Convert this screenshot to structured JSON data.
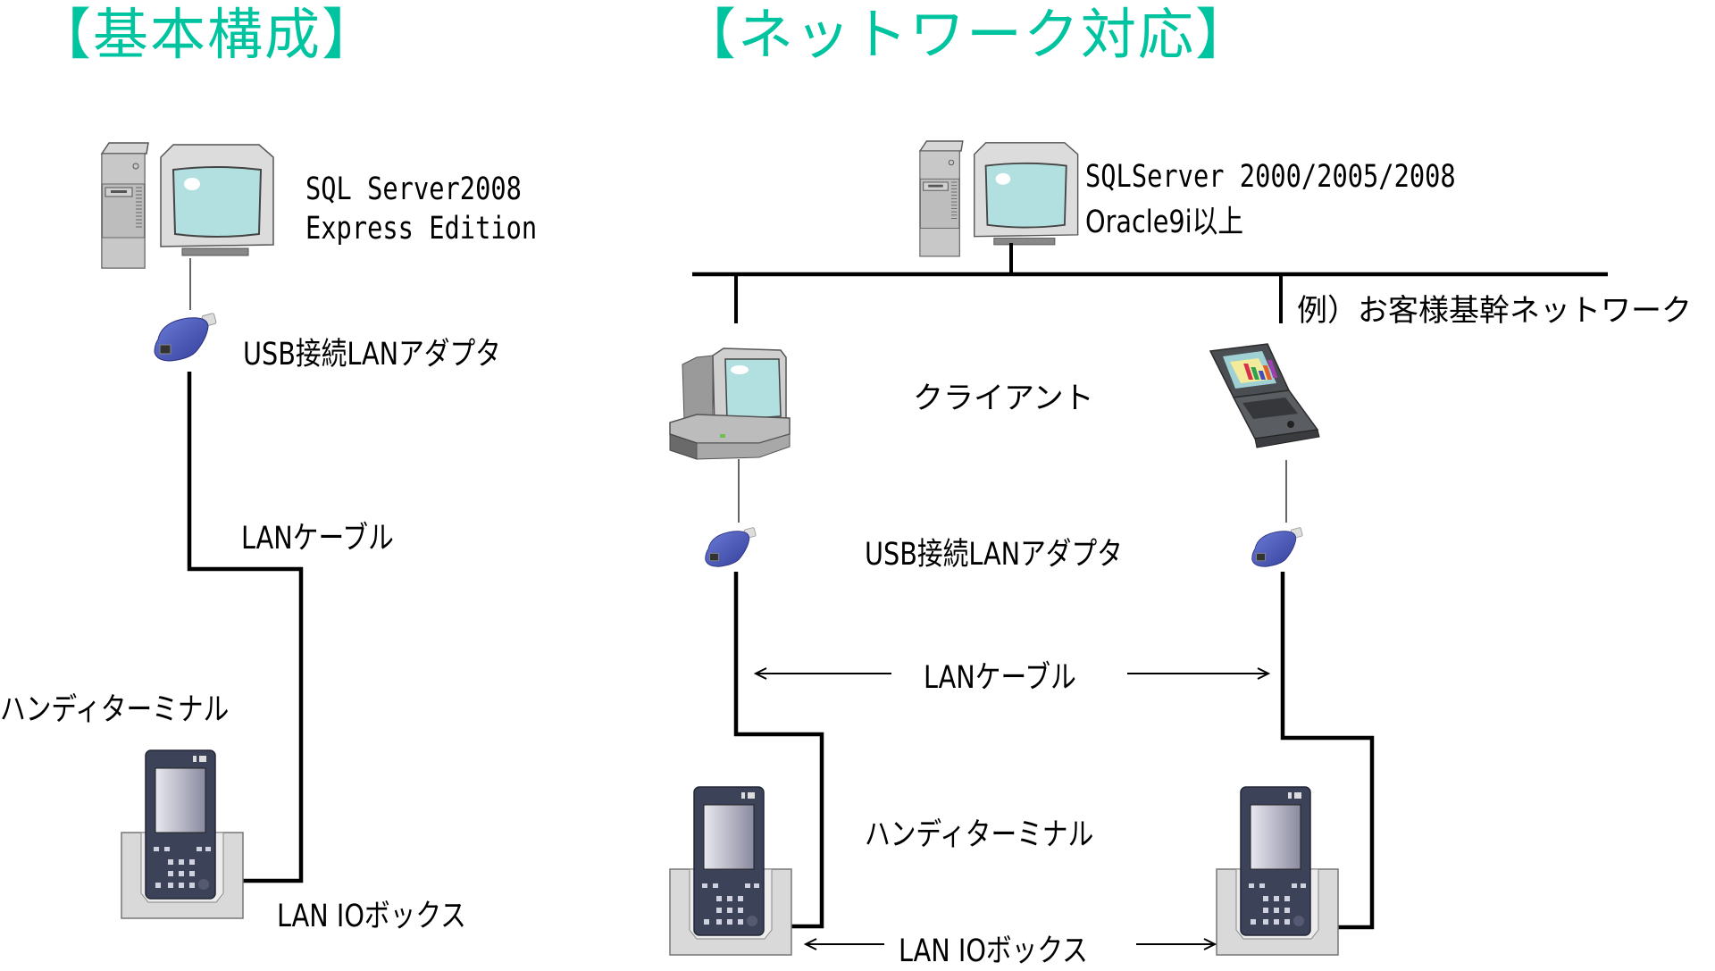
{
  "basic": {
    "title": "【基本構成】",
    "server_label_line1": "SQL Server2008",
    "server_label_line2": "Express Edition",
    "usb_adapter_label": "USB接続LANアダプタ",
    "lan_cable_label": "LANケーブル",
    "handy_terminal_label": "ハンディターミナル",
    "lan_io_box_label": "LAN IOボックス"
  },
  "network": {
    "title": "【ネットワーク対応】",
    "server_label_line1": "SQLServer 2000/2005/2008",
    "server_label_line2": "Oracle9i以上",
    "backbone_label": "例）お客様基幹ネットワーク",
    "client_label": "クライアント",
    "usb_adapter_label": "USB接続LANアダプタ",
    "lan_cable_label": "LANケーブル",
    "handy_terminal_label": "ハンディターミナル",
    "lan_io_box_label": "LAN IOボックス"
  },
  "colors": {
    "title": "#00c4a0",
    "screen": "#b2dfe0",
    "adapter": "#4a5cb8",
    "line": "#000000"
  }
}
